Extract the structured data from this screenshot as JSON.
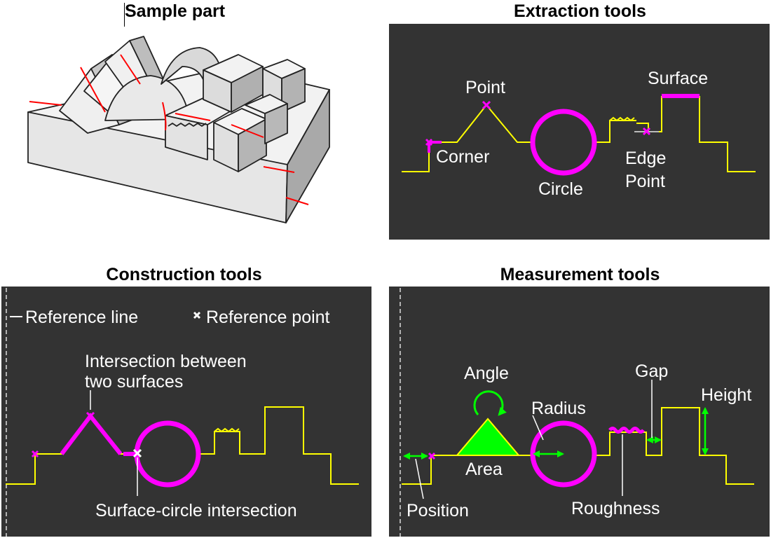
{
  "quadrants": {
    "sample": {
      "title": "Sample part"
    },
    "extraction": {
      "title": "Extraction tools",
      "labels": {
        "point": "Point",
        "corner": "Corner",
        "circle": "Circle",
        "edge_line1": "Edge",
        "edge_line2": "Point",
        "surface": "Surface"
      }
    },
    "construction": {
      "title": "Construction tools",
      "legend": {
        "line_label": "Reference line",
        "point_label": "Reference point"
      },
      "labels": {
        "intersection_line1": "Intersection between",
        "intersection_line2": "two surfaces",
        "surface_circle": "Surface-circle intersection"
      }
    },
    "measurement": {
      "title": "Measurement tools",
      "labels": {
        "angle": "Angle",
        "radius": "Radius",
        "gap": "Gap",
        "height": "Height",
        "area": "Area",
        "position": "Position",
        "roughness": "Roughness"
      }
    }
  },
  "colors": {
    "panel_bg": "#333333",
    "profile": "#ffff00",
    "feature": "#ff00ff",
    "measure": "#00ff00",
    "cut_line": "#ff0000"
  }
}
